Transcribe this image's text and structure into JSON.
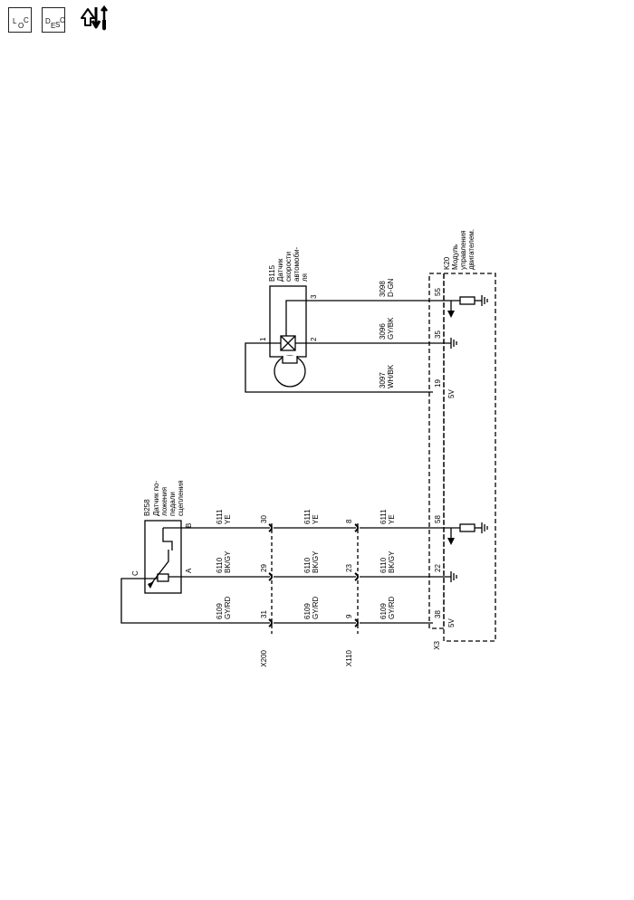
{
  "toolbar": {
    "loc_button": {
      "letters": [
        "L",
        "O",
        "C"
      ]
    },
    "desc_button": {
      "letters": [
        "D",
        "E",
        "S",
        "C"
      ]
    },
    "tools_icon": "arrows-wrench-icon"
  },
  "diagram": {
    "connectors": {
      "x200": "X200",
      "x110": "X110",
      "x3": "X3"
    },
    "b258": {
      "id": "B258",
      "name_lines": [
        "Датчик по-",
        "ложения",
        "педали",
        "сцепления"
      ],
      "pins": {
        "c": "C",
        "a": "A",
        "b": "B"
      }
    },
    "b115": {
      "id": "B115",
      "name_lines": [
        "Датчик",
        "скорости",
        "автомоби-",
        "ля"
      ],
      "pins": {
        "p1": "1",
        "p2": "2",
        "p3": "3"
      }
    },
    "k20": {
      "id": "K20",
      "name_lines": [
        "Модуль",
        "управления",
        "двигателем."
      ]
    },
    "wires": {
      "w6109": {
        "circuit": "6109",
        "color": "GY/RD"
      },
      "w6110": {
        "circuit": "6110",
        "color": "BK/GY"
      },
      "w6111": {
        "circuit": "6111",
        "color": "YE"
      },
      "w3097": {
        "circuit": "3097",
        "color": "WH/BK"
      },
      "w3096": {
        "circuit": "3096",
        "color": "GY/BK"
      },
      "w3098": {
        "circuit": "3098",
        "color": "D-GN"
      }
    },
    "pins": {
      "x200_31": "31",
      "x200_29": "29",
      "x200_30": "30",
      "x110_9": "9",
      "x110_23": "23",
      "x110_8": "8",
      "k20_38": "38",
      "k20_22": "22",
      "k20_58": "58",
      "k20_19": "19",
      "k20_35": "35",
      "k20_55": "55"
    },
    "voltage": "5V"
  }
}
